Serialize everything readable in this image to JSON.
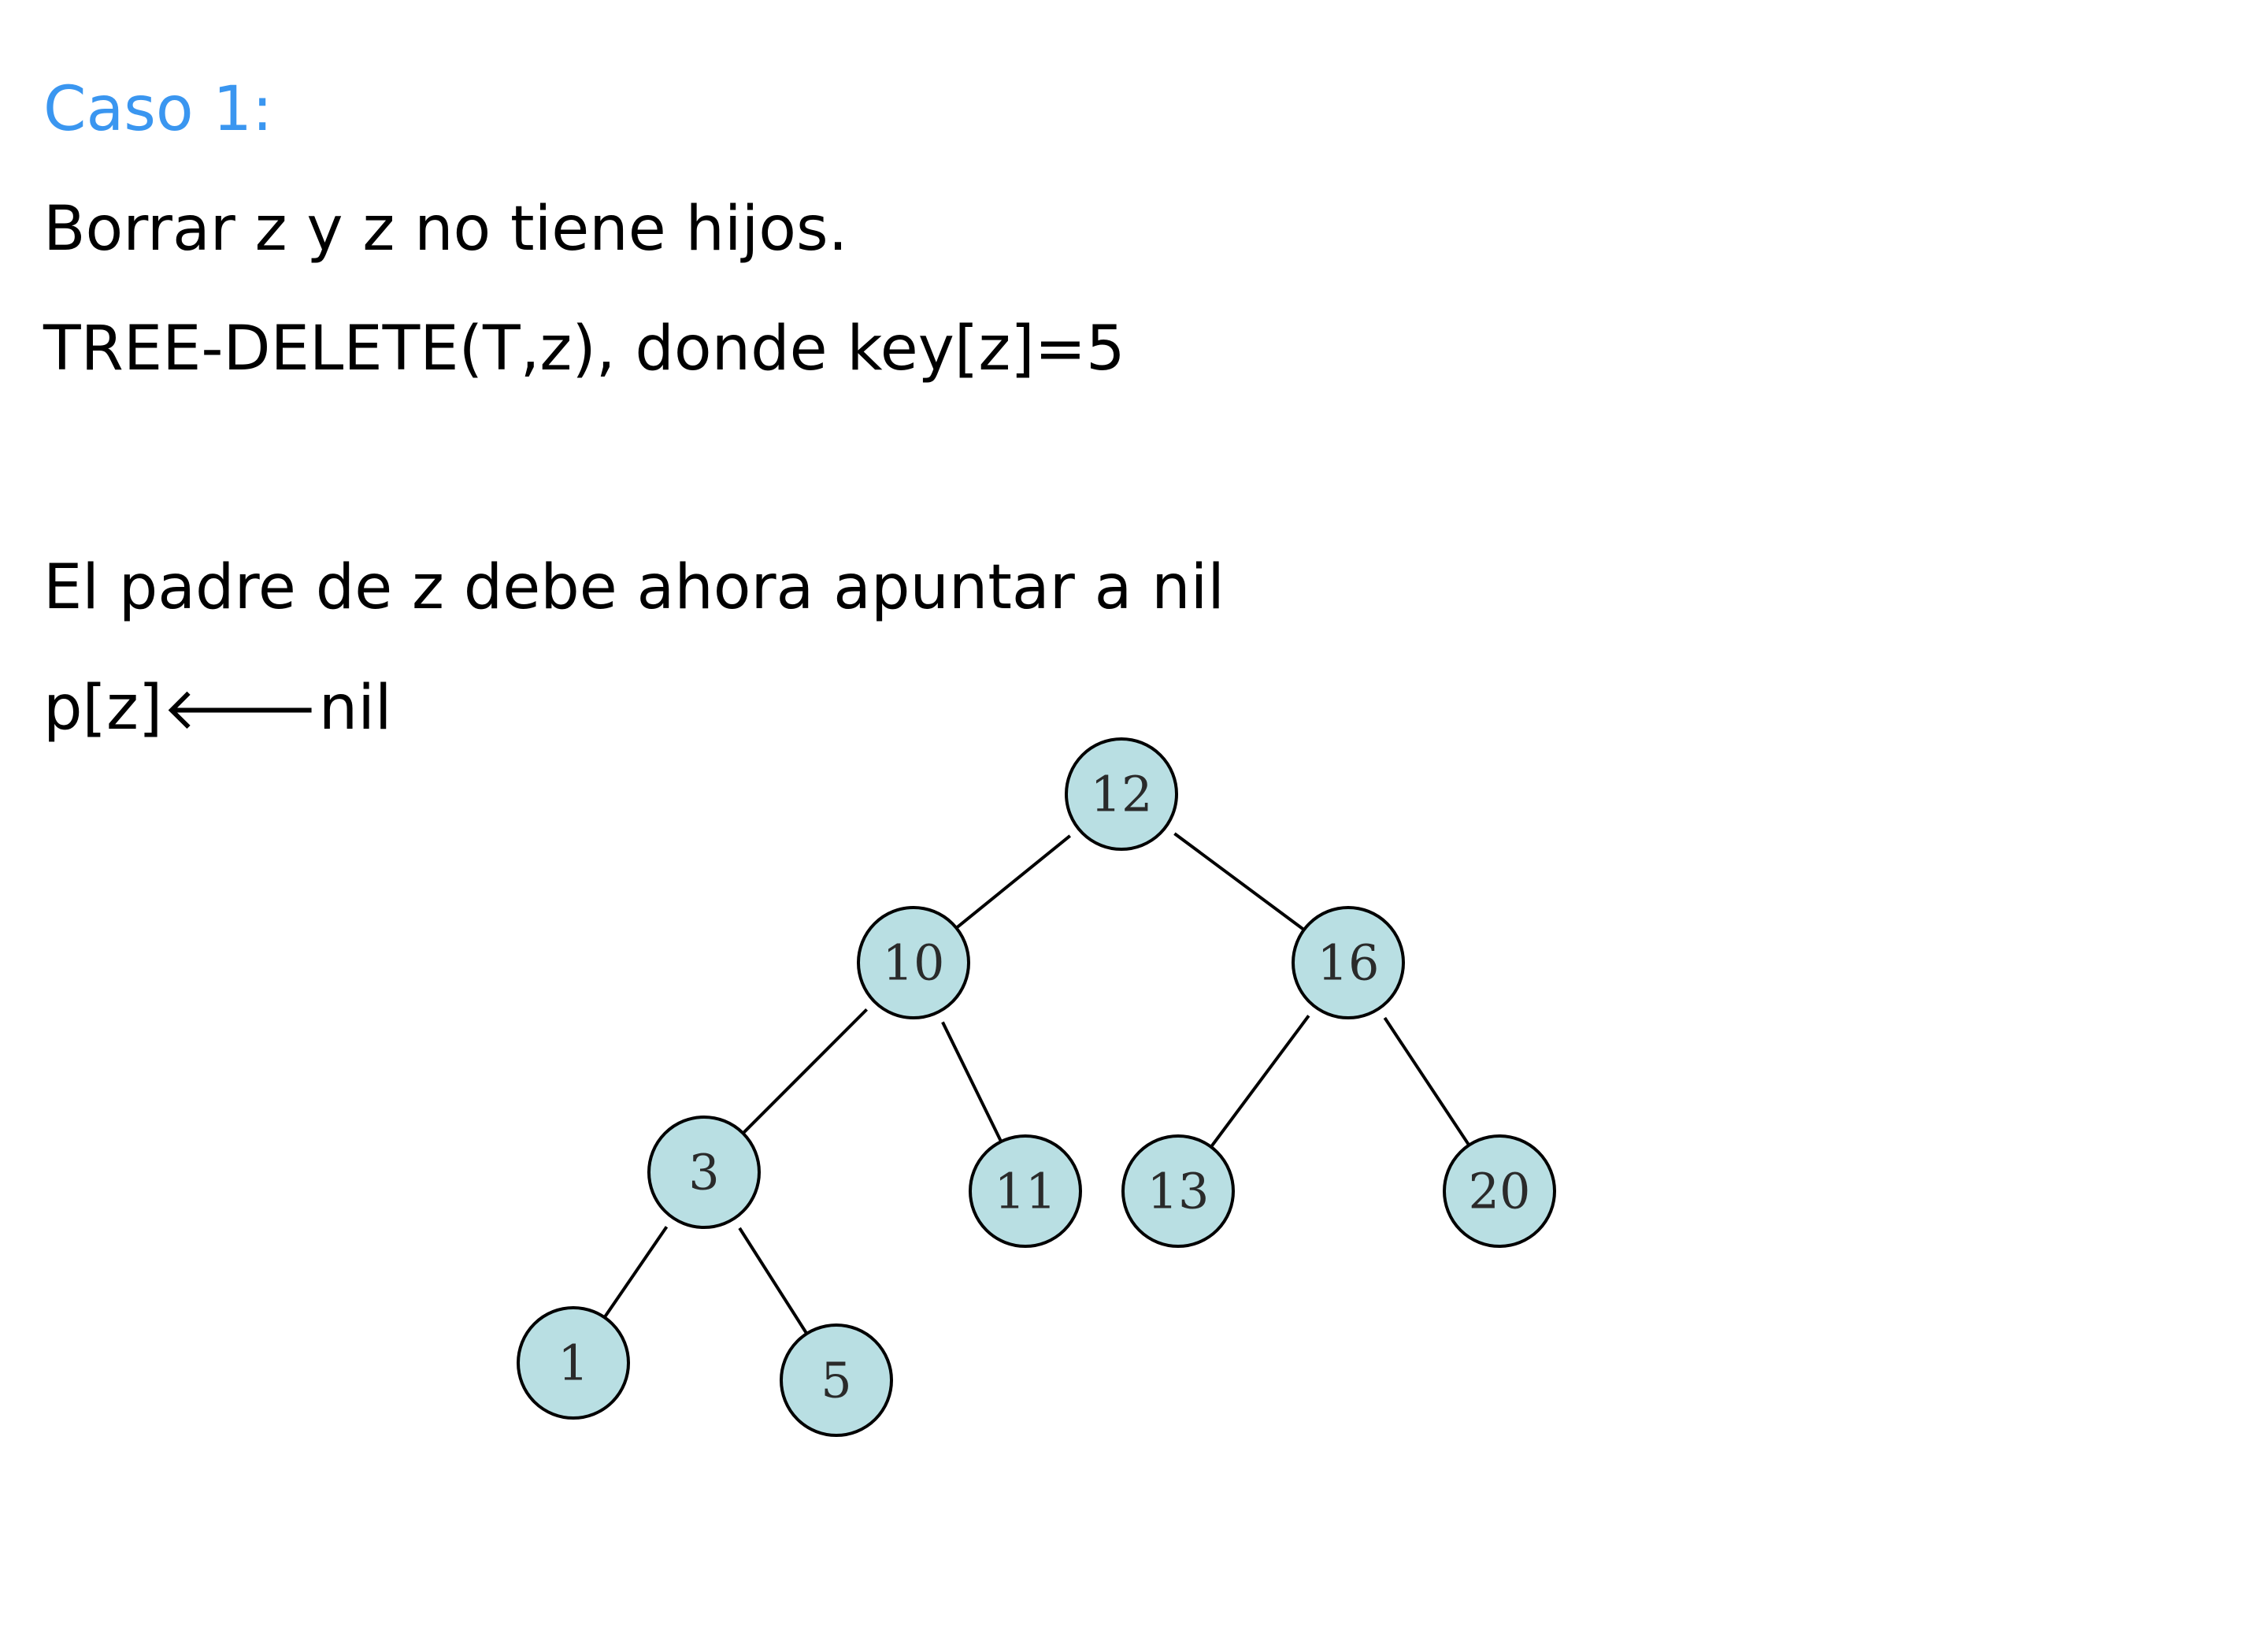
{
  "heading": "Caso 1:",
  "lines": {
    "l1": "Borrar z y z no tiene hijos.",
    "l2": "TREE-DELETE(T,z), donde key[z]=5",
    "l3": "El padre de z debe ahora apuntar a nil",
    "l4_prefix": "p[z]",
    "l4_arrow": "🡐",
    "l4_suffix": "nil"
  },
  "tree": {
    "nodes": [
      {
        "id": "n12",
        "label": "12"
      },
      {
        "id": "n10",
        "label": "10"
      },
      {
        "id": "n16",
        "label": "16"
      },
      {
        "id": "n3",
        "label": "3"
      },
      {
        "id": "n11",
        "label": "11"
      },
      {
        "id": "n13",
        "label": "13"
      },
      {
        "id": "n20",
        "label": "20"
      },
      {
        "id": "n1",
        "label": "1"
      },
      {
        "id": "n5",
        "label": "5"
      }
    ],
    "edges": [
      [
        "n12",
        "n10"
      ],
      [
        "n12",
        "n16"
      ],
      [
        "n10",
        "n3"
      ],
      [
        "n10",
        "n11"
      ],
      [
        "n16",
        "n13"
      ],
      [
        "n16",
        "n20"
      ],
      [
        "n3",
        "n1"
      ],
      [
        "n3",
        "n5"
      ]
    ],
    "colors": {
      "node_fill": "#b9dfe3",
      "node_stroke": "#000000",
      "heading": "#3a96f0"
    }
  }
}
